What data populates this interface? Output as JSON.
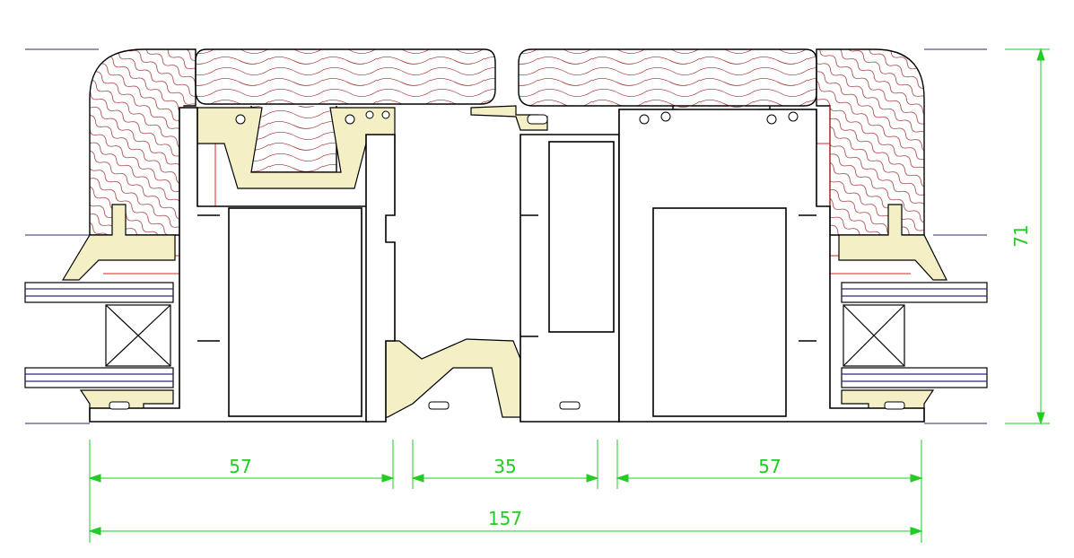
{
  "colors": {
    "background": "#ffffff",
    "outline": "#000000",
    "wood_fill": "#f7f7f7",
    "wood_grain": "#9b2a2a",
    "gasket_fill": "#f4efc4",
    "red_line": "#e02020",
    "glass_line": "#2a2a80",
    "dimension": "#22cc22"
  },
  "dimensions": {
    "left_section": "57",
    "middle_section": "35",
    "right_section": "57",
    "total_width": "157",
    "height": "71"
  }
}
